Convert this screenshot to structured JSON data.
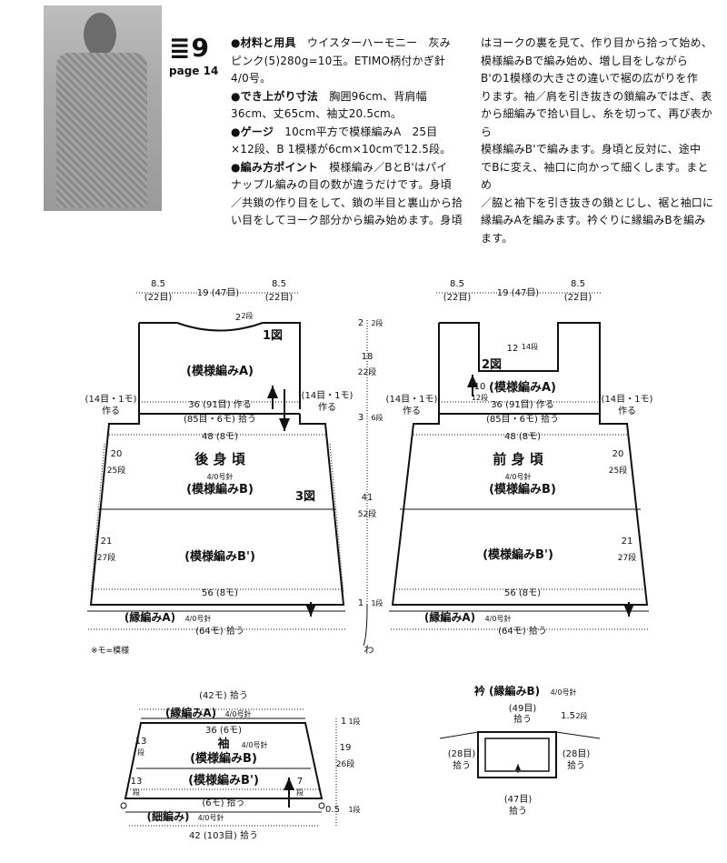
{
  "badge": {
    "number": "≣9",
    "page": "page 14"
  },
  "text_col1": [
    {
      "lead": "●材料と用具",
      "body": "　ウイスターハーモニー　灰み"
    },
    {
      "lead": "",
      "body": "ピンク(5)280g=10玉。ETIMO柄付かぎ針"
    },
    {
      "lead": "",
      "body": "4/0号。"
    },
    {
      "lead": "●でき上がり寸法",
      "body": "　胸囲96cm、背肩幅"
    },
    {
      "lead": "",
      "body": "36cm、丈65cm、袖丈20.5cm。"
    },
    {
      "lead": "●ゲージ",
      "body": "　10cm平方で模様編みA　25目"
    },
    {
      "lead": "",
      "body": "×12段、B 1模様が6cm×10cmで12.5段。"
    },
    {
      "lead": "●編み方ポイント",
      "body": "　模様編み／BとB'はパイ"
    },
    {
      "lead": "",
      "body": "ナップル編みの目の数が違うだけです。身頃"
    },
    {
      "lead": "",
      "body": "／共鎖の作り目をして、鎖の半目と裏山から拾"
    },
    {
      "lead": "",
      "body": "い目をしてヨーク部分から編み始めます。身頃"
    }
  ],
  "text_col2": [
    "はヨークの裏を見て、作り目から拾って始め、",
    "模様編みBで編み始め、増し目をしながら",
    "B'の1模様の大きさの違いで裾の広がりを作",
    "ります。袖／肩を引き抜きの鎖編みではぎ、表",
    "から細編みで拾い目し、糸を切って、再び表から",
    "模様編みB'で編みます。身頃と反対に、途中",
    "でBに変え、袖口に向かって細くします。まとめ",
    "／脇と袖下を引き抜きの鎖とじし、裾と袖口に",
    "縁編みAを編みます。衿ぐりに縁編みBを編み",
    "ます。"
  ],
  "back": {
    "top_left": "8.5",
    "top_left_sub": "(22目)",
    "top_mid": "19 (47目)",
    "top_right": "8.5",
    "top_right_sub": "(22目)",
    "neck": "2",
    "neck_sub": "2段",
    "fig": "1図",
    "yoke": "(模様編みA)",
    "side_left": "(14目・1モ)",
    "side_left2": "作る",
    "side_right": "(14目・1モ)",
    "side_right2": "作る",
    "chain": "36 (91目) 作る",
    "pick": "(85目・6モ) 拾う",
    "w48": "48 (8モ)",
    "title": "後 身 頃",
    "hook": "4/0号針",
    "patB": "(模様編みB)",
    "fig3": "3図",
    "l20": "20",
    "l20s": "25段",
    "l21": "21",
    "l21s": "27段",
    "patB2": "(模様編みB')",
    "w56": "56 (8モ)",
    "edge": "(縁編みA)",
    "edge_hook": "4/0号針",
    "w64": "(64モ) 拾う",
    "note": "※モ=模様"
  },
  "center": {
    "v1": "2",
    "v1s": "2段",
    "v2": "18",
    "v2s": "22段",
    "v3": "3",
    "v3s": "6段",
    "v4": "41",
    "v4s": "52段",
    "v5": "1",
    "v5s": "1段",
    "wa": "わ"
  },
  "front": {
    "top_left": "8.5",
    "top_left_sub": "(22目)",
    "top_mid": "19 (47目)",
    "top_right": "8.5",
    "top_right_sub": "(22目)",
    "v12": "12",
    "v12s": "14段",
    "fig": "2図",
    "v10": "10",
    "v10s": "12段",
    "yoke": "(模様編みA)",
    "side_left": "(14目・1モ)",
    "side_left2": "作る",
    "side_right": "(14目・1モ)",
    "side_right2": "作る",
    "chain": "36 (91目) 作る",
    "pick": "(85目・6モ) 拾う",
    "w48": "48 (8モ)",
    "title": "前 身 頃",
    "hook": "4/0号針",
    "patB": "(模様編みB)",
    "r20": "20",
    "r20s": "25段",
    "r21": "21",
    "r21s": "27段",
    "patB2": "(模様編みB')",
    "w56": "56 (8モ)",
    "edge": "(縁編みA)",
    "edge_hook": "4/0号針",
    "w64": "(64モ) 拾う"
  },
  "sleeve": {
    "top": "(42モ) 拾う",
    "edge": "(縁編みA)",
    "edge_hook": "4/0号針",
    "w36": "36 (6モ)",
    "title": "袖",
    "hook": "4/0号針",
    "patB": "(模様編みB)",
    "patB2": "(模様編みB')",
    "l13a": "13",
    "l13as": "段",
    "l13b": "13",
    "l13bs": "段",
    "r7": "7",
    "r7s": "段",
    "pick6": "(6モ) 拾う",
    "fine": "(細編み)",
    "fine_hook": "4/0号針",
    "bottom": "42 (103目) 拾う",
    "v1": "1",
    "v1s": "1段",
    "v19": "19",
    "v19s": "26段",
    "v05": "0.5",
    "v05s": "1段"
  },
  "collar": {
    "title": "衿 (縁編みB)",
    "hook": "4/0号針",
    "top": "(49目)",
    "top2": "拾う",
    "v15": "1.5",
    "v15s": "2段",
    "left": "(28目)",
    "left2": "拾う",
    "right": "(28目)",
    "right2": "拾う",
    "bottom": "(47目)",
    "bottom2": "拾う"
  }
}
